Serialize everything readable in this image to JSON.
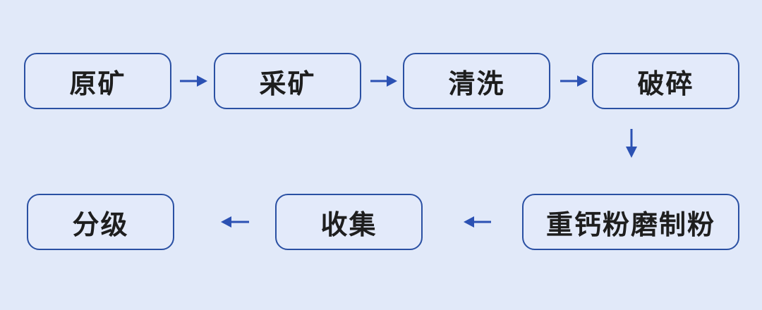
{
  "flow": {
    "steps": [
      {
        "id": "raw-ore",
        "label": "原矿"
      },
      {
        "id": "mining",
        "label": "采矿"
      },
      {
        "id": "washing",
        "label": "清洗"
      },
      {
        "id": "crushing",
        "label": "破碎"
      },
      {
        "id": "grinding",
        "label": "重钙粉磨制粉"
      },
      {
        "id": "collection",
        "label": "收集"
      },
      {
        "id": "grading",
        "label": "分级"
      }
    ]
  },
  "colors": {
    "background": "#e1e9f9",
    "node_border": "#2a50a3",
    "arrow": "#2b51b3",
    "text": "#1e1e1e"
  }
}
